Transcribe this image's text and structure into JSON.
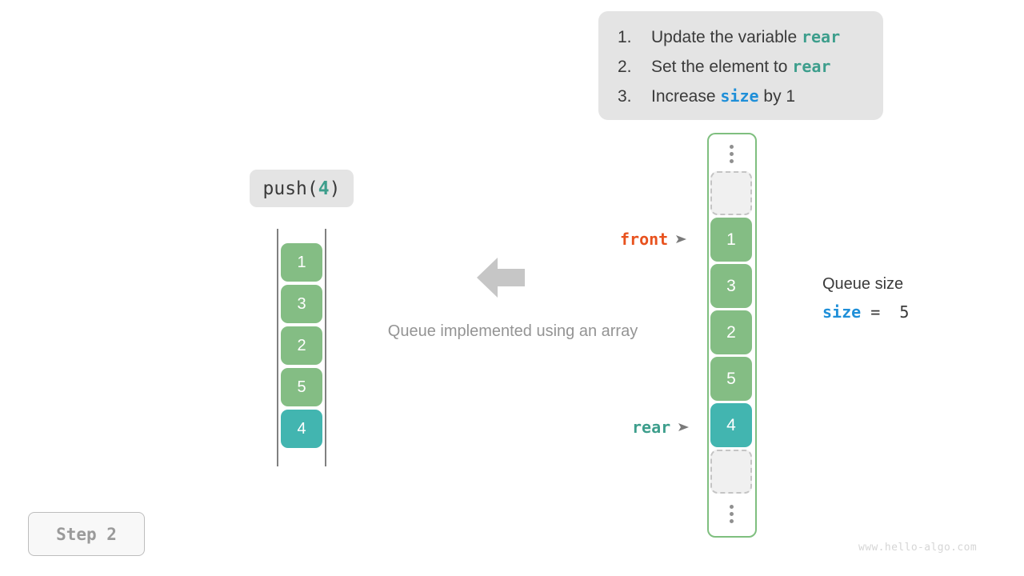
{
  "instructions": {
    "items": [
      {
        "num": "1.",
        "pre": "Update the variable ",
        "kw": "rear",
        "kw_color": "teal",
        "post": ""
      },
      {
        "num": "2.",
        "pre": "Set the element to ",
        "kw": "rear",
        "kw_color": "teal",
        "post": ""
      },
      {
        "num": "3.",
        "pre": "Increase ",
        "kw": "size",
        "kw_color": "blue",
        "post": " by 1"
      }
    ]
  },
  "operation": {
    "name": "push(",
    "arg": "4",
    "close": ")"
  },
  "left_array": {
    "cells": [
      {
        "value": "1",
        "state": "green"
      },
      {
        "value": "3",
        "state": "green"
      },
      {
        "value": "2",
        "state": "green"
      },
      {
        "value": "5",
        "state": "green"
      },
      {
        "value": "4",
        "state": "teal"
      }
    ]
  },
  "caption": "Queue implemented using an array",
  "pointers": {
    "front": {
      "label": "front",
      "arrow": "➤"
    },
    "rear": {
      "label": "rear",
      "arrow": "➤"
    }
  },
  "queue": {
    "slots": [
      {
        "kind": "dots",
        "value": ""
      },
      {
        "kind": "empty",
        "value": ""
      },
      {
        "kind": "green",
        "value": "1"
      },
      {
        "kind": "green",
        "value": "3"
      },
      {
        "kind": "green",
        "value": "2"
      },
      {
        "kind": "green",
        "value": "5"
      },
      {
        "kind": "teal",
        "value": "4"
      },
      {
        "kind": "empty",
        "value": ""
      },
      {
        "kind": "dots",
        "value": ""
      }
    ]
  },
  "size_info": {
    "title": "Queue size",
    "var": "size",
    "expr": " =  5"
  },
  "step_badge": "Step 2",
  "watermark": "www.hello-algo.com",
  "colors": {
    "green": "#84bd84",
    "teal": "#42b5b0",
    "orange": "#e8521e",
    "blue": "#1f8fd8",
    "card_bg": "#e4e4e4",
    "border_green": "#7fbf7f",
    "arrow_gray": "#c6c6c6"
  }
}
